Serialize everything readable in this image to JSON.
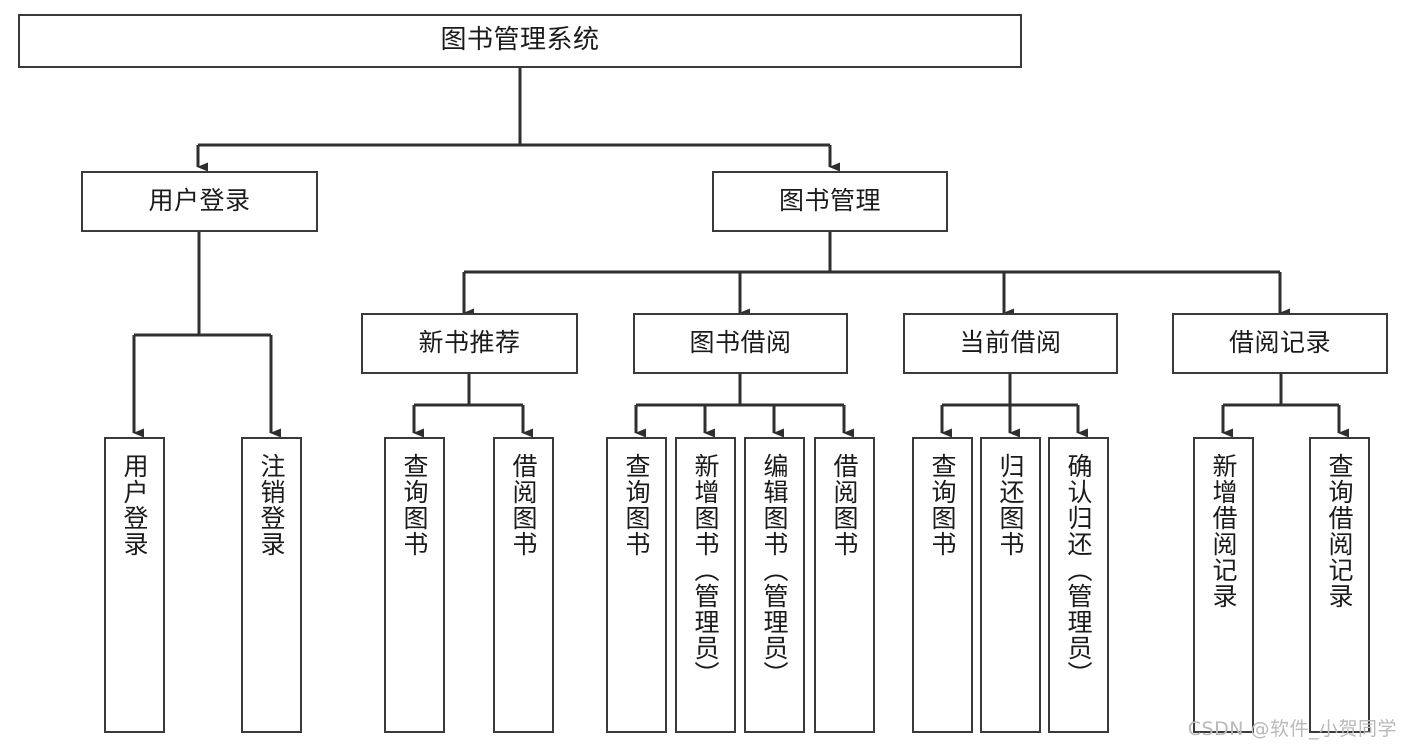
{
  "diagram": {
    "title": "图书管理系统",
    "type": "hierarchy-tree",
    "root": {
      "label": "图书管理系统"
    },
    "level2": [
      {
        "label": "用户登录"
      },
      {
        "label": "图书管理"
      }
    ],
    "level3": [
      {
        "label": "新书推荐"
      },
      {
        "label": "图书借阅"
      },
      {
        "label": "当前借阅"
      },
      {
        "label": "借阅记录"
      }
    ],
    "leaves": {
      "user_login": [
        {
          "label": "用户登录"
        },
        {
          "label": "注销登录"
        }
      ],
      "new_book_recommend": [
        {
          "label": "查询图书"
        },
        {
          "label": "借阅图书"
        }
      ],
      "book_borrow": [
        {
          "label": "查询图书"
        },
        {
          "label": "新增图书（管理员）"
        },
        {
          "label": "编辑图书（管理员）"
        },
        {
          "label": "借阅图书"
        }
      ],
      "current_borrow": [
        {
          "label": "查询图书"
        },
        {
          "label": "归还图书"
        },
        {
          "label": "确认归还（管理员）"
        }
      ],
      "borrow_record": [
        {
          "label": "新增借阅记录"
        },
        {
          "label": "查询借阅记录"
        }
      ]
    }
  },
  "watermark": {
    "text": "CSDN @软件_小贺同学"
  },
  "colors": {
    "stroke": "#3a3a3a",
    "text": "#1b1b1b",
    "background": "#ffffff",
    "watermark": "#b9b9b9"
  }
}
